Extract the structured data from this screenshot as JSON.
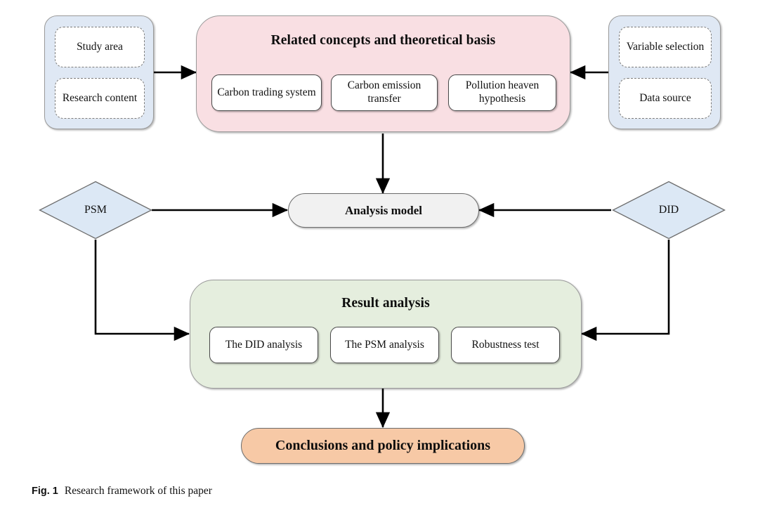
{
  "figure": {
    "caption_label": "Fig. 1",
    "caption_text": "Research framework of this paper",
    "background": "#ffffff"
  },
  "colors": {
    "panel_blue": "#dfe8f4",
    "panel_pink": "#f9dfe3",
    "panel_green": "#e5eede",
    "pill_grey": "#f1f1f1",
    "pill_orange": "#f7c9a6",
    "diamond_blue": "#dce8f5",
    "stroke": "#6d6d6d",
    "arrow": "#000000",
    "inner_white": "#ffffff",
    "dashed_border": "#7c7c7c"
  },
  "nodes": {
    "inputs_left": {
      "name": "inputs-panel-left",
      "items": [
        {
          "label": "Study area"
        },
        {
          "label": "Research content"
        }
      ]
    },
    "inputs_right": {
      "name": "inputs-panel-right",
      "items": [
        {
          "label": "Variable selection"
        },
        {
          "label": "Data source"
        }
      ]
    },
    "theory": {
      "title": "Related concepts and theoretical basis",
      "items": [
        {
          "label": "Carbon trading system"
        },
        {
          "label": "Carbon emission transfer"
        },
        {
          "label": "Pollution heaven hypothesis"
        }
      ]
    },
    "method_left": {
      "label": "PSM"
    },
    "method_right": {
      "label": "DID"
    },
    "analysis_model": {
      "label": "Analysis model"
    },
    "results": {
      "title": "Result analysis",
      "items": [
        {
          "label": "The DID analysis"
        },
        {
          "label": "The PSM analysis"
        },
        {
          "label": "Robustness test"
        }
      ]
    },
    "conclusions": {
      "label": "Conclusions and policy implications"
    }
  },
  "edges": [
    {
      "from": "inputs-panel-left",
      "to": "theory-panel",
      "direction": "right"
    },
    {
      "from": "inputs-panel-right",
      "to": "theory-panel",
      "direction": "left"
    },
    {
      "from": "theory-panel",
      "to": "analysis-model",
      "direction": "down"
    },
    {
      "from": "psm-diamond",
      "to": "analysis-model",
      "direction": "right"
    },
    {
      "from": "did-diamond",
      "to": "analysis-model",
      "direction": "left"
    },
    {
      "from": "psm-diamond",
      "to": "results-panel",
      "direction": "down-right"
    },
    {
      "from": "did-diamond",
      "to": "results-panel",
      "direction": "down-left"
    },
    {
      "from": "results-panel",
      "to": "conclusions-pill",
      "direction": "down"
    }
  ]
}
